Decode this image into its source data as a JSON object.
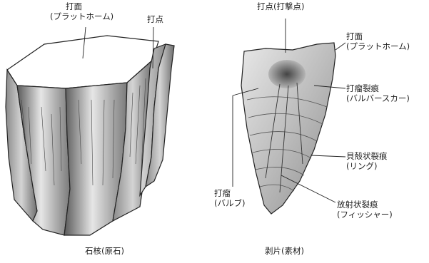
{
  "core": {
    "caption": "石核(原石)",
    "labels": {
      "platform_title": "打面",
      "platform_sub": "(プラットホーム)",
      "point": "打点"
    }
  },
  "flake": {
    "caption": "剥片(素材)",
    "labels": {
      "point": "打点(打撃点)",
      "platform_title": "打面",
      "platform_sub": "(プラットホーム)",
      "bulbar_scar_title": "打瘤裂痕",
      "bulbar_scar_sub": "(バルバースカー)",
      "ripples_title": "貝殻状裂痕",
      "ripples_sub": "(リング)",
      "bulb_title": "打瘤",
      "bulb_sub": "(バルブ)",
      "fissures_title": "放射状裂痕",
      "fissures_sub": "(フィッシャー)"
    }
  }
}
